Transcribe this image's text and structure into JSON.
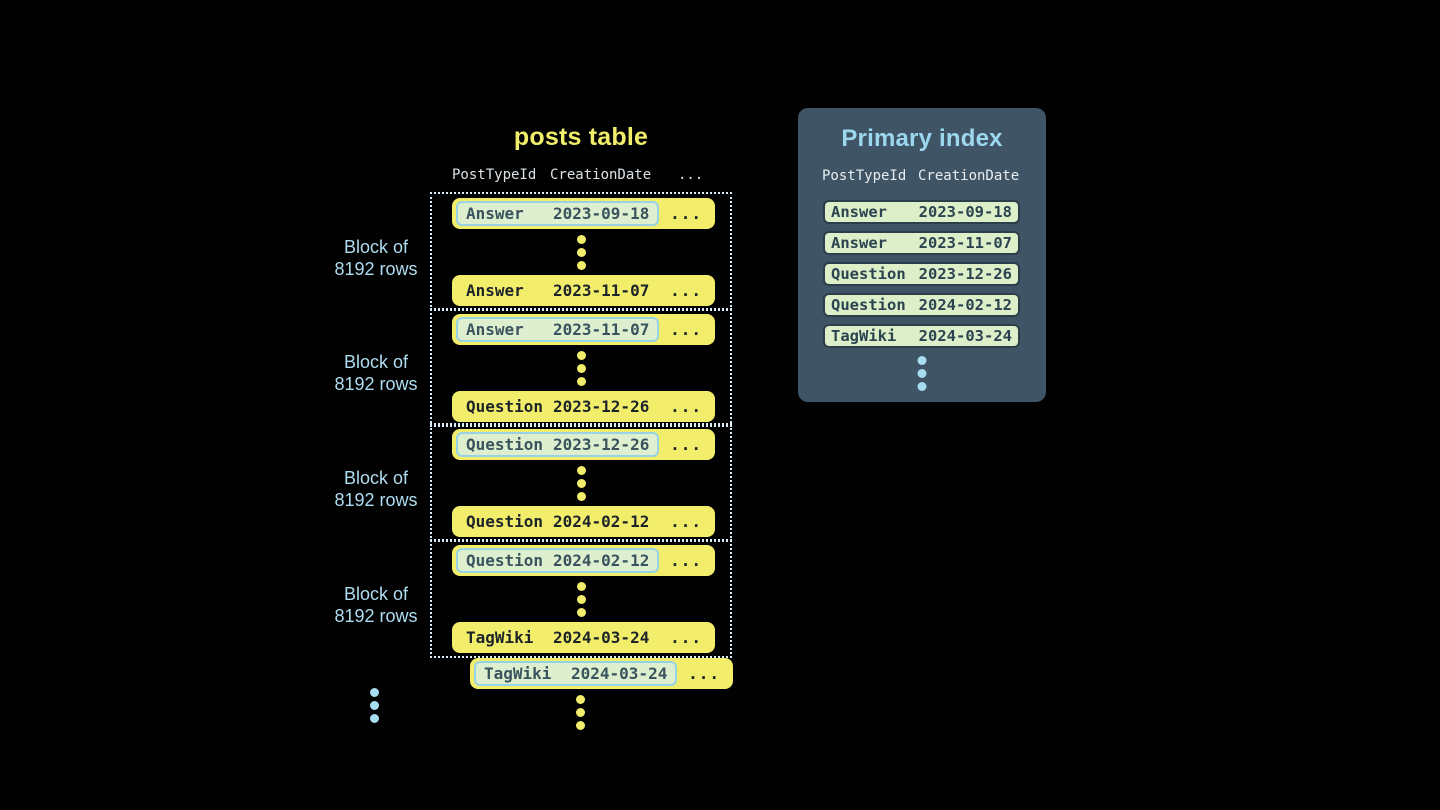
{
  "posts_table": {
    "title": "posts table",
    "headers": {
      "col1": "PostTypeId",
      "col2": "CreationDate",
      "col3": "..."
    },
    "block_label": {
      "line1": "Block of",
      "line2": "8192 rows"
    },
    "blocks": [
      {
        "first": {
          "type": "Answer",
          "date": "2023-09-18",
          "more": "..."
        },
        "last": {
          "type": "Answer",
          "date": "2023-11-07",
          "more": "..."
        }
      },
      {
        "first": {
          "type": "Answer",
          "date": "2023-11-07",
          "more": "..."
        },
        "last": {
          "type": "Question",
          "date": "2023-12-26",
          "more": "..."
        }
      },
      {
        "first": {
          "type": "Question",
          "date": "2023-12-26",
          "more": "..."
        },
        "last": {
          "type": "Question",
          "date": "2024-02-12",
          "more": "..."
        }
      },
      {
        "first": {
          "type": "Question",
          "date": "2024-02-12",
          "more": "..."
        },
        "last": {
          "type": "TagWiki",
          "date": "2024-03-24",
          "more": "..."
        }
      }
    ],
    "overflow_row": {
      "type": "TagWiki",
      "date": "2024-03-24",
      "more": "..."
    }
  },
  "primary_index": {
    "title": "Primary index",
    "headers": {
      "col1": "PostTypeId",
      "col2": "CreationDate"
    },
    "rows": [
      {
        "type": "Answer",
        "date": "2023-09-18"
      },
      {
        "type": "Answer",
        "date": "2023-11-07"
      },
      {
        "type": "Question",
        "date": "2023-12-26"
      },
      {
        "type": "Question",
        "date": "2024-02-12"
      },
      {
        "type": "TagWiki",
        "date": "2024-03-24"
      }
    ]
  },
  "colors": {
    "background": "#010101",
    "row_yellow": "#f2ee6b",
    "row_text": "#1c2429",
    "highlight_bg": "#ddefcf",
    "highlight_border": "#97d2e5",
    "highlight_text": "#3a545f",
    "block_dotted_border": "#d6edf7",
    "block_label_text": "#aedcf0",
    "column_header_text": "#dce3e8",
    "panel_bg": "#3f5565",
    "panel_title_text": "#9dd7ef",
    "index_row_bg": "#dcefc8",
    "index_row_border": "#2c3e49",
    "index_row_text": "#2b4350",
    "blue_dot": "#a8ddf2"
  }
}
